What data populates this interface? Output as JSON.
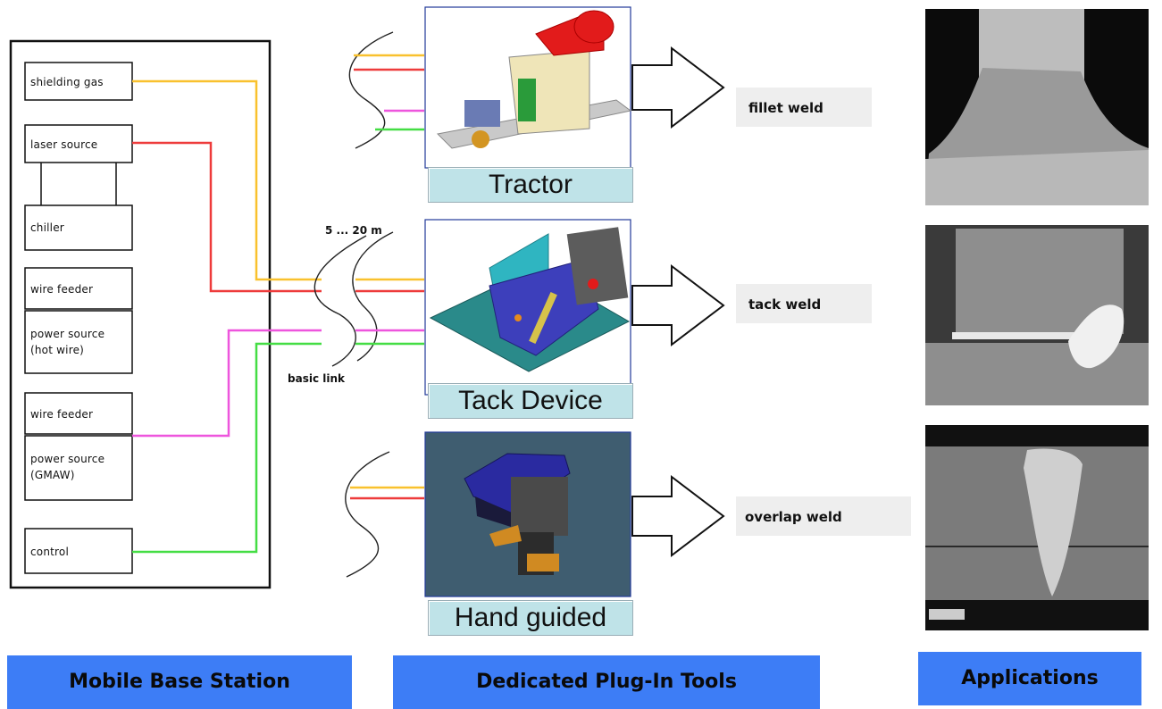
{
  "base_station": {
    "modules": [
      {
        "id": "shielding-gas",
        "label": "shielding gas"
      },
      {
        "id": "laser-source",
        "label": "laser source"
      },
      {
        "id": "chiller",
        "label": "chiller"
      },
      {
        "id": "wire-feeder-1",
        "label": "wire feeder"
      },
      {
        "id": "power-source-hotwire",
        "label": "power source",
        "sublabel": "(hot wire)"
      },
      {
        "id": "wire-feeder-2",
        "label": "wire feeder"
      },
      {
        "id": "power-source-gmaw",
        "label": "power source",
        "sublabel": "(GMAW)"
      },
      {
        "id": "control",
        "label": "control"
      }
    ]
  },
  "link": {
    "distance_label": "5 ... 20 m",
    "link_label": "basic link"
  },
  "cable_colors": {
    "shielding_gas": "#f9c12e",
    "laser": "#ee3b3b",
    "wire": "#ee55dd",
    "control": "#44dd44"
  },
  "tools": [
    {
      "id": "tractor",
      "caption": "Tractor",
      "weld": "fillet weld"
    },
    {
      "id": "tack-device",
      "caption": "Tack Device",
      "weld": "tack weld"
    },
    {
      "id": "hand-guided",
      "caption": "Hand guided",
      "weld": "overlap weld"
    }
  ],
  "footer": {
    "base_station": "Mobile Base Station",
    "tools": "Dedicated Plug-In Tools",
    "applications": "Applications"
  },
  "colors": {
    "footer_bg": "#3d7df6",
    "caption_bg": "#bfe3e8"
  }
}
